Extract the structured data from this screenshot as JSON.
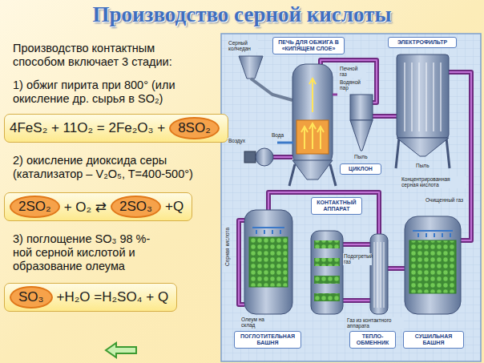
{
  "diagram": {
    "title": "Производство серной кислоты",
    "nodes": [
      {
        "text": [
          "Производство контактным способом включает 3 стадии:",
          "1) обжиг пирита при 800° (или окисление др. сырья в SO₂)",
          "2) окисление диоксида серы (катализатор – V₂O₅, T=400-500°)",
          "3) поглощение SO₃ 98 %-ной серной кислотой и образование олеума"
        ]
      },
      {
        "text": [
          "4FeS₂ + 11O₂ = 2Fe₂O₃ +"
        ],
        "in": 0
      },
      {
        "text": [
          "8SO₂"
        ],
        "in": 1
      },
      {
        "text": [
          "+ O₂ ⇄",
          "+Q"
        ],
        "in": 0
      },
      {
        "text": [
          "2SO₂"
        ],
        "in": 3
      },
      {
        "text": [
          "2SO₃"
        ],
        "in": 3
      },
      {
        "text": [
          "+H₂O =H₂SO₄ + Q"
        ],
        "in": 0
      },
      {
        "text": [
          "SO₃"
        ],
        "in": 6
      },
      {
        "text": [
          "ПЕЧЬ ДЛЯ ОБЖИГА В «КИПЯЩЕМ СЛОЕ»"
        ]
      },
      {
        "text": [
          "ЭЛЕКТРОФИЛЬТР"
        ]
      },
      {
        "text": [
          "ЦИКЛОН"
        ]
      },
      {
        "text": [
          "КОНТАКТНЫЙ АППАРАТ"
        ]
      },
      {
        "text": [
          "ПОГЛОТИТЕЛЬНАЯ БАШНЯ"
        ]
      },
      {
        "text": [
          "ТЕПЛО- ОБМЕННИК"
        ]
      },
      {
        "text": [
          "СУШИЛЬНАЯ БАШНЯ"
        ]
      }
    ],
    "labels": [
      "Серный колчедан",
      "Воздух",
      "Вода",
      "Печной газ",
      "Водяной пар",
      "Пыль",
      "Пыль",
      "Концентрированная серная кислота",
      "Очищенный газ",
      "Серная кислота",
      "Подогретый газ",
      "Олеум на склад",
      "Газ из контактного аппарата"
    ]
  }
}
